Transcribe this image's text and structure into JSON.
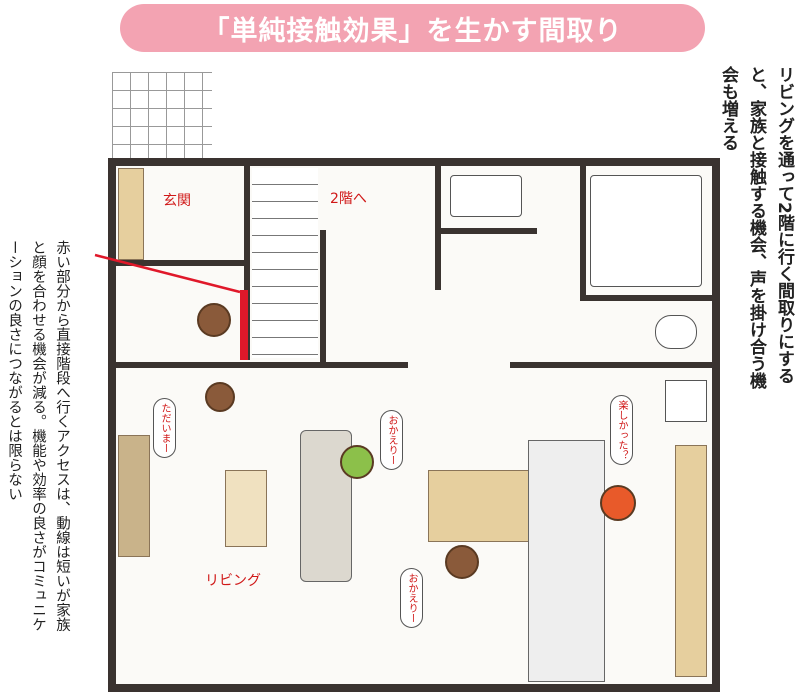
{
  "title": "「単純接触効果」を生かす間取り",
  "right_caption": "リビングを通って2階に行く間取りにすると、家族と接触する機会、声を掛け合う機会も増える",
  "left_caption": "赤い部分から直接階段へ行くアクセスは、動線は短いが家族と顔を合わせる機会が減る。機能や効率の良さがコミュニケーションの良さにつながるとは限らない",
  "rooms": {
    "entrance": "玄関",
    "stairs": "2階へ",
    "living": "リビング"
  },
  "speech": {
    "tadaima": "ただいまー",
    "okaeri1": "おかえりー",
    "okaeri2": "おかえりー",
    "tanoshikatta": "楽しかった？"
  },
  "colors": {
    "title_bg": "#f3a3b2",
    "highlight": "#e0182a"
  }
}
